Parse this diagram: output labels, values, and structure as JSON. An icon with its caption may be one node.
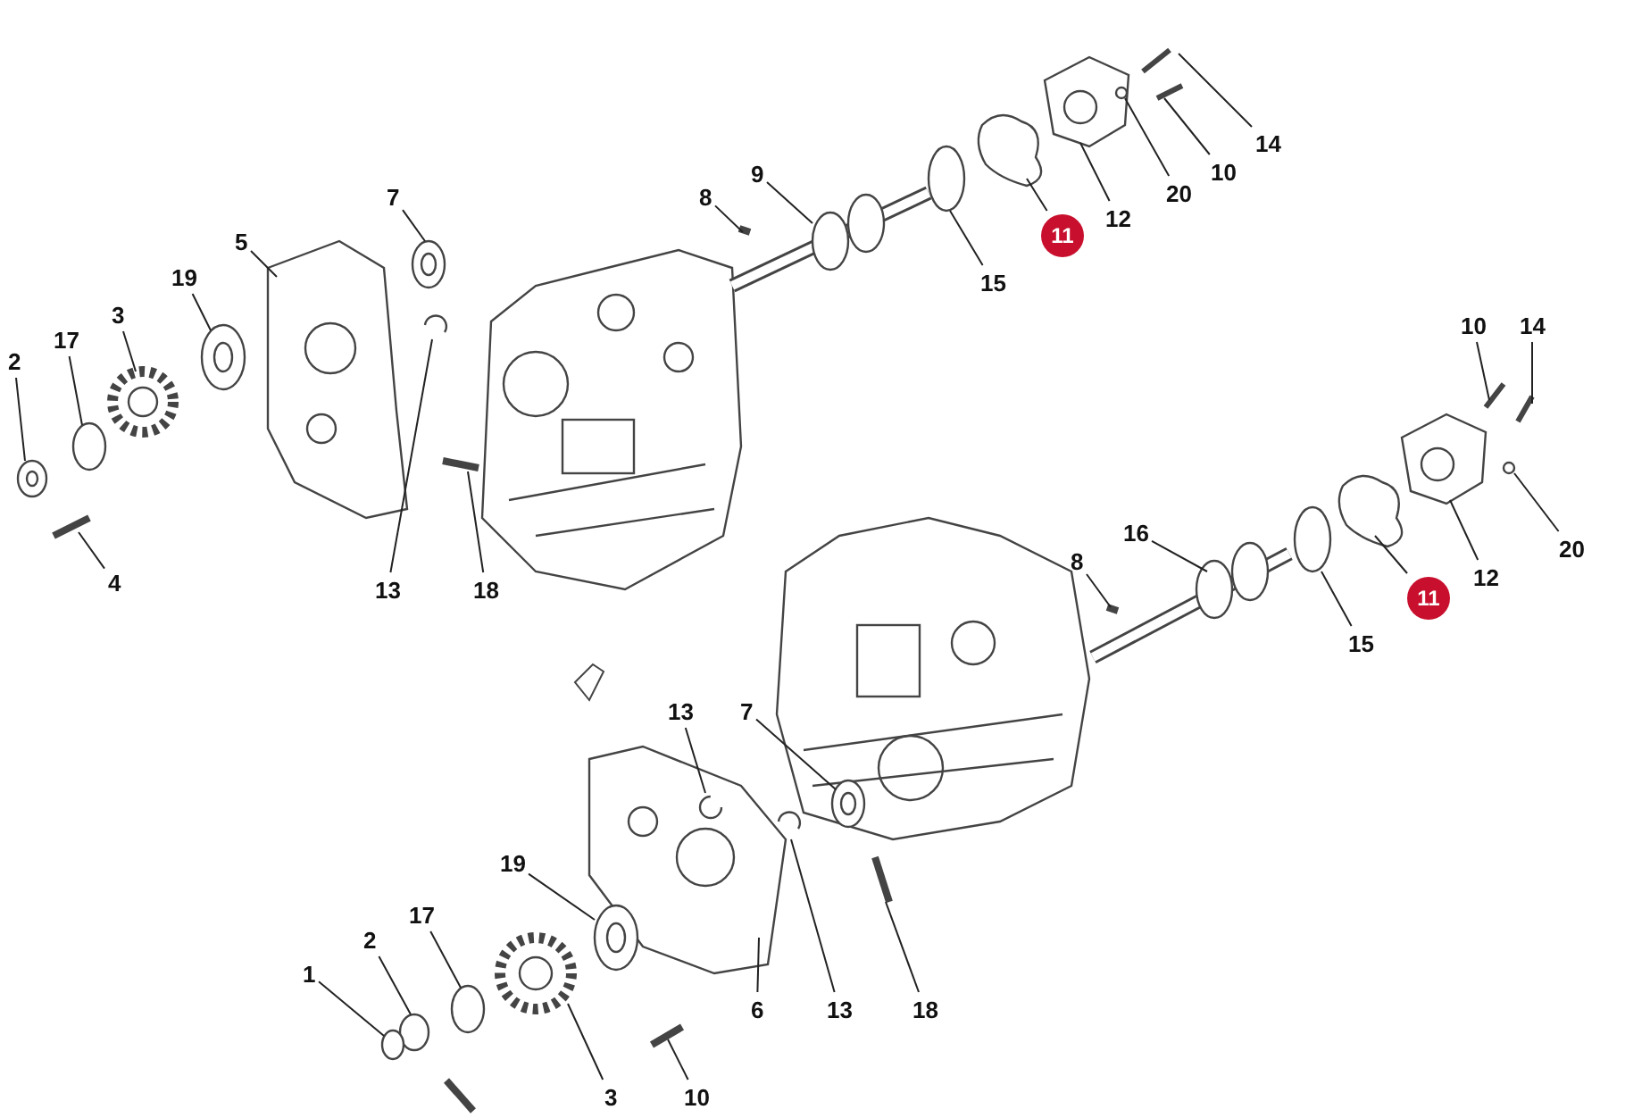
{
  "diagram": {
    "nodes": [
      {
        "text": [
          "8"
        ]
      },
      {
        "text": [
          "9"
        ]
      },
      {
        "text": [
          "15"
        ]
      },
      {
        "text": [
          "11"
        ]
      },
      {
        "text": [
          "12"
        ]
      },
      {
        "text": [
          "20"
        ]
      },
      {
        "text": [
          "10"
        ]
      },
      {
        "text": [
          "14"
        ]
      },
      {
        "text": [
          "7"
        ]
      },
      {
        "text": [
          "5"
        ]
      },
      {
        "text": [
          "19"
        ]
      },
      {
        "text": [
          "3"
        ]
      },
      {
        "text": [
          "17"
        ]
      },
      {
        "text": [
          "2"
        ]
      },
      {
        "text": [
          "4"
        ]
      },
      {
        "text": [
          "13"
        ]
      },
      {
        "text": [
          "18"
        ]
      },
      {
        "text": [
          "10"
        ]
      },
      {
        "text": [
          "14"
        ]
      },
      {
        "text": [
          "16"
        ]
      },
      {
        "text": [
          "8"
        ]
      },
      {
        "text": [
          "11"
        ]
      },
      {
        "text": [
          "12"
        ]
      },
      {
        "text": [
          "20"
        ]
      },
      {
        "text": [
          "15"
        ]
      },
      {
        "text": [
          "13"
        ]
      },
      {
        "text": [
          "7"
        ]
      },
      {
        "text": [
          "19"
        ]
      },
      {
        "text": [
          "17"
        ]
      },
      {
        "text": [
          "2"
        ]
      },
      {
        "text": [
          "1"
        ]
      },
      {
        "text": [
          "6"
        ]
      },
      {
        "text": [
          "13"
        ]
      },
      {
        "text": [
          "18"
        ]
      },
      {
        "text": [
          "10"
        ]
      },
      {
        "text": [
          "3"
        ]
      }
    ],
    "edges": [
      {
        "from": 0,
        "to": null,
        "arrow": "none"
      },
      {
        "from": 1,
        "to": null,
        "arrow": "none"
      },
      {
        "from": 2,
        "to": null,
        "arrow": "none"
      },
      {
        "from": 3,
        "to": null,
        "arrow": "none"
      },
      {
        "from": 4,
        "to": null,
        "arrow": "none"
      },
      {
        "from": 5,
        "to": null,
        "arrow": "none"
      },
      {
        "from": 6,
        "to": null,
        "arrow": "none"
      },
      {
        "from": 7,
        "to": null,
        "arrow": "none"
      },
      {
        "from": 8,
        "to": null,
        "arrow": "none"
      },
      {
        "from": 9,
        "to": null,
        "arrow": "none"
      },
      {
        "from": 10,
        "to": null,
        "arrow": "none"
      },
      {
        "from": 11,
        "to": null,
        "arrow": "none"
      },
      {
        "from": 12,
        "to": null,
        "arrow": "none"
      },
      {
        "from": 13,
        "to": null,
        "arrow": "none"
      },
      {
        "from": 14,
        "to": null,
        "arrow": "none"
      },
      {
        "from": 15,
        "to": null,
        "arrow": "none"
      },
      {
        "from": 16,
        "to": null,
        "arrow": "none"
      },
      {
        "from": 17,
        "to": null,
        "arrow": "none"
      },
      {
        "from": 18,
        "to": null,
        "arrow": "none"
      },
      {
        "from": 19,
        "to": null,
        "arrow": "none"
      },
      {
        "from": 20,
        "to": null,
        "arrow": "none"
      },
      {
        "from": 21,
        "to": null,
        "arrow": "none"
      },
      {
        "from": 22,
        "to": null,
        "arrow": "none"
      },
      {
        "from": 23,
        "to": null,
        "arrow": "none"
      },
      {
        "from": 24,
        "to": null,
        "arrow": "none"
      },
      {
        "from": 25,
        "to": null,
        "arrow": "none"
      },
      {
        "from": 26,
        "to": null,
        "arrow": "none"
      },
      {
        "from": 27,
        "to": null,
        "arrow": "none"
      },
      {
        "from": 28,
        "to": null,
        "arrow": "none"
      },
      {
        "from": 29,
        "to": null,
        "arrow": "none"
      },
      {
        "from": 30,
        "to": null,
        "arrow": "none"
      },
      {
        "from": 31,
        "to": null,
        "arrow": "none"
      },
      {
        "from": 32,
        "to": null,
        "arrow": "none"
      },
      {
        "from": 33,
        "to": null,
        "arrow": "none"
      },
      {
        "from": 34,
        "to": null,
        "arrow": "none"
      },
      {
        "from": 35,
        "to": null,
        "arrow": "none"
      }
    ]
  }
}
